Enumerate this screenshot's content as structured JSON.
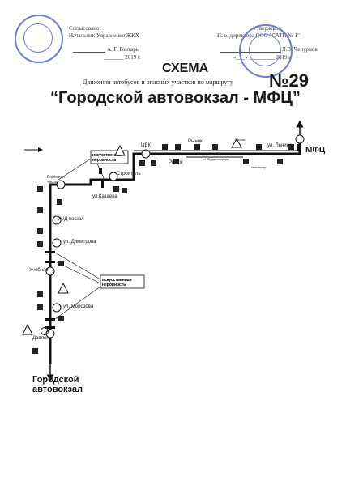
{
  "header": {
    "left": {
      "line1": "Согласовано:",
      "line2": "Начальник Управления ЖКХ",
      "signature": "А. Г. Гонтарь",
      "date": "_______ 2019  г."
    },
    "right": {
      "line1": "Утверждаю:",
      "line2": "И. о. директора ООО \"САТП № 1\"",
      "signature": "Л.В. Чепурнов",
      "date": "«___» _________ 2019  г."
    }
  },
  "title": {
    "word": "СХЕМА",
    "subtitle": "Движения автобусов и опасных участков по маршруту",
    "route_no": "№29",
    "route_name": "“Городской автовокзал - МФЦ”"
  },
  "stops": {
    "cvk": "ЦВК",
    "rynok_top": "Рынок",
    "rynok_bottom": "Рынок",
    "lenina": "ул. Ленина",
    "mfc": "МФЦ",
    "stroitel": "Строитель",
    "voinskaya": "Воинская часть",
    "kazaeva": "ул.Казаева",
    "zd_vokzal": "Ж/Д вокзал",
    "dimitrova": "ул. Димитрова",
    "uchebnaya": "Учебная",
    "morozova": "ул. Морозова",
    "davlon": "Давлон",
    "gorodskoy_avtovokzal": "Городской автовокзал"
  },
  "street_labels": {
    "ordzhonikidze": "ул.Орджоникидзе",
    "shkola": "Школа",
    "kinoteatr": "кинотеатр"
  },
  "callouts": {
    "top": "искусственная неровность",
    "bottom": "искусственная неровность"
  },
  "icons": {
    "stop": "bus-stop-sign-icon",
    "crossing": "pedestrian-crossing-sign-icon",
    "warning": "warning-triangle-icon",
    "light": "traffic-light-icon",
    "speed": "speed-limit-sign-icon",
    "stamp": "official-seal-stamp"
  },
  "colors": {
    "stamp": "#6d7fc9",
    "route_line": "#111111"
  }
}
